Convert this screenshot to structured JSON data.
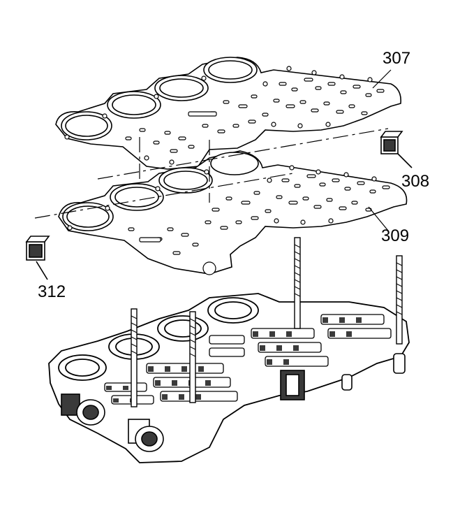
{
  "diagram": {
    "callouts": {
      "gasket_upper": "307",
      "filter_right": "308",
      "gasket_lower": "309",
      "filter_left": "312"
    },
    "colors": {
      "line": "#000000",
      "fill": "#ffffff",
      "shade": "#3a3a3a"
    }
  }
}
